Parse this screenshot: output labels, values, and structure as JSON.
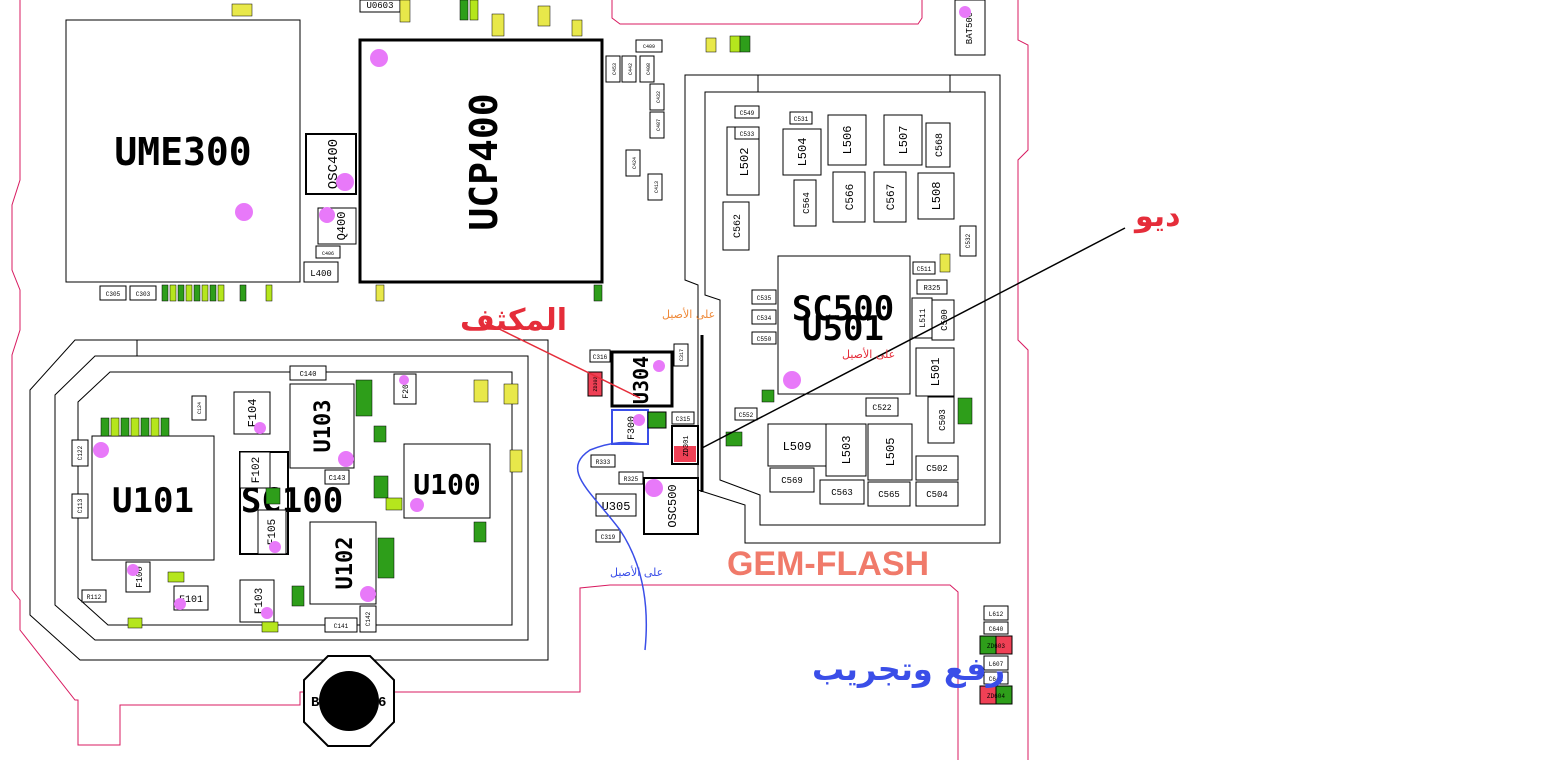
{
  "colors": {
    "outline_pink": "#d81b60",
    "outline_black": "#000000",
    "dot_magenta": "#e879f9",
    "green": "#2e9e1a",
    "lime": "#b5e61d",
    "yellow": "#e8e84a",
    "red": "#ef4055",
    "annotation_red": "#e52d3a",
    "annotation_blue": "#3a4ee8",
    "annotation_orange": "#ef8a3a",
    "watermark": "#f07a6a"
  },
  "chips": {
    "ume300": "UME300",
    "ucp400": "UCP400",
    "osc400": "OSC400",
    "q400": "Q400",
    "l400": "L400",
    "u0603": "U0603",
    "bat500": "BAT500",
    "sc500": "SC500",
    "u501": "U501",
    "l502": "L502",
    "l504": "L504",
    "l506": "L506",
    "l507": "L507",
    "l508": "L508",
    "c562": "C562",
    "c564": "C564",
    "c566": "C566",
    "c567": "C567",
    "c568": "C568",
    "l511": "L511",
    "c500": "C500",
    "l501": "L501",
    "l509": "L509",
    "l503": "L503",
    "l505": "L505",
    "c569": "C569",
    "c563": "C563",
    "c565": "C565",
    "c502": "C502",
    "c504": "C504",
    "c503": "C503",
    "c522": "C522",
    "u304": "U304",
    "f300": "F300",
    "zd301": "ZD301",
    "zd302": "ZD302",
    "u305": "U305",
    "osc500": "OSC500",
    "u101": "U101",
    "sc100": "SC100",
    "u103": "U103",
    "u100": "U100",
    "u102": "U102",
    "f104": "F104",
    "f102": "F102",
    "f105": "F105",
    "f103": "F103",
    "f100": "F100",
    "f101": "F101",
    "f204": "F204",
    "l612": "L612",
    "c640": "C640",
    "zd603": "ZD603",
    "l607": "L607",
    "c641": "C641",
    "zd604": "ZD604",
    "c316": "C316",
    "c317": "C317",
    "c315": "C315",
    "r333": "R333",
    "r325": "R325",
    "c319": "C319",
    "c549": "C549",
    "c533": "C533",
    "c531": "C531",
    "c535": "C535",
    "c534": "C534",
    "c550": "C550",
    "c552": "C552",
    "c511": "C511",
    "r325b": "R325",
    "c532": "C532",
    "c140": "C140",
    "c143": "C143",
    "c141": "C141",
    "c142": "C142",
    "c122": "C122",
    "c113": "C113",
    "c124": "C124",
    "r112": "R112",
    "c303": "C303",
    "c305": "C305",
    "c406": "C406",
    "c424": "C424",
    "c413": "C413",
    "c487": "C487",
    "c432": "C432",
    "c453": "C453",
    "c442": "C442",
    "c408": "C408",
    "c409": "C409"
  },
  "annotations": {
    "deo": "ديو",
    "mukatthif": "المكثف",
    "raf_wa_tajrib": "رفع وتجريب",
    "ala_alaseel_orange": "على الأصيل",
    "ala_alaseel_red": "على الأصيل",
    "ala_alaseel_blue": "على الأصيل",
    "watermark": "GEM-FLASH",
    "connector_left": "B",
    "connector_right": "6"
  }
}
